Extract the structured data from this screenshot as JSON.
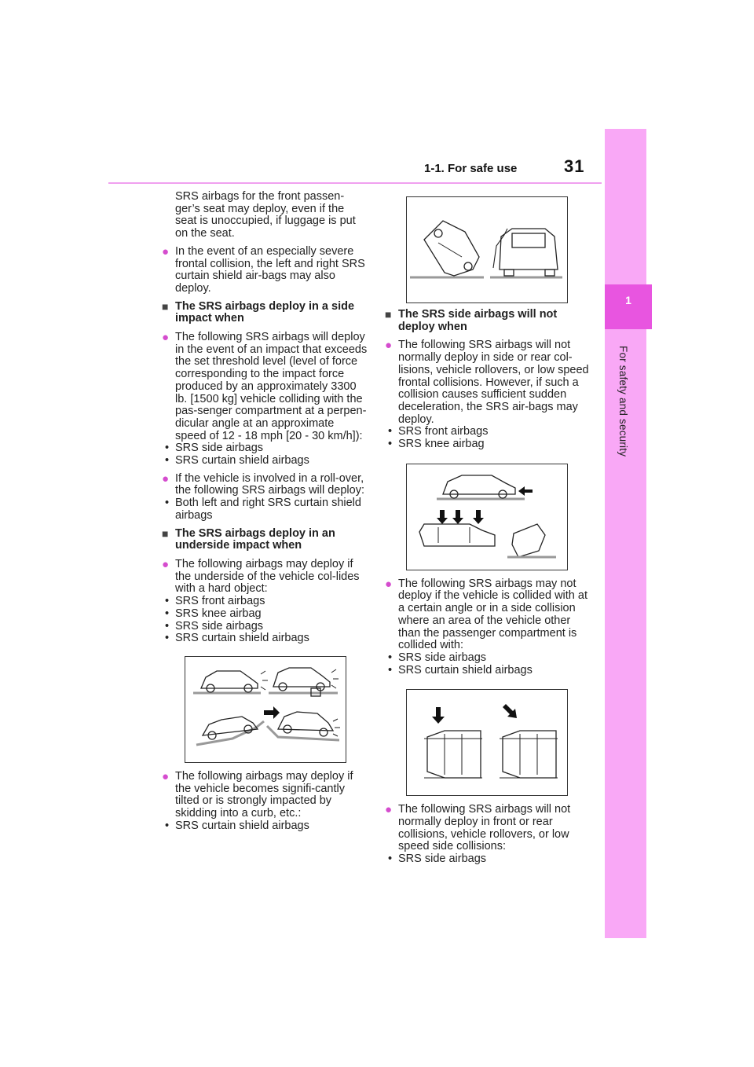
{
  "header": {
    "section": "1-1. For safe use",
    "page": "31"
  },
  "sidetab": {
    "chapter_number": "1",
    "chapter_title": "For safety and security"
  },
  "left_column": {
    "intro": "SRS airbags for the front passen-ger’s seat may deploy, even if the seat is unoccupied, if luggage is put on the seat.",
    "b1": "In the event of an especially severe frontal collision, the left and right SRS curtain shield air-bags may also deploy.",
    "h1": "The SRS airbags deploy in a side impact when",
    "b2": "The following SRS airbags will deploy in the event of an impact that exceeds the set threshold level (level of force corresponding to the impact force produced by an approximately 3300 lb. [1500 kg] vehicle colliding with the pas-senger compartment at a perpen-dicular angle at an approximate speed of 12 - 18 mph [20 - 30 km/h]):",
    "b2_items": [
      "SRS side airbags",
      "SRS curtain shield airbags"
    ],
    "b3": "If the vehicle is involved in a roll-over, the following SRS airbags will deploy:",
    "b3_items": [
      "Both left and right SRS curtain shield airbags"
    ],
    "h2": "The SRS airbags deploy in an underside impact when",
    "b4": "The following airbags may deploy if the underside of the vehicle col-lides with a hard object:",
    "b4_items": [
      "SRS front airbags",
      "SRS knee airbag",
      "SRS side airbags",
      "SRS curtain shield airbags"
    ],
    "b5": "The following airbags may deploy if the vehicle becomes signifi-cantly tilted or is strongly impacted by skidding into a curb, etc.:",
    "b5_items": [
      "SRS curtain shield airbags"
    ]
  },
  "right_column": {
    "h3": "The SRS side airbags will not deploy when",
    "b6": "The following SRS airbags will not normally deploy in side or rear col-lisions, vehicle rollovers, or low speed frontal collisions. However, if such a collision causes sufficient sudden deceleration, the SRS air-bags may deploy.",
    "b6_items": [
      "SRS front airbags",
      "SRS knee airbag"
    ],
    "b7": "The following SRS airbags may not deploy if the vehicle is collided with at a certain angle or in a side collision where an area of the vehicle other than the passenger compartment is collided with:",
    "b7_items": [
      "SRS side airbags",
      "SRS curtain shield airbags"
    ],
    "b8": "The following SRS airbags will not normally deploy in front or rear collisions, vehicle rollovers, or low speed side collisions:",
    "b8_items": [
      "SRS side airbags"
    ]
  },
  "symbols": {
    "bullet": "●",
    "heading_mark": "■",
    "dash": "•"
  }
}
